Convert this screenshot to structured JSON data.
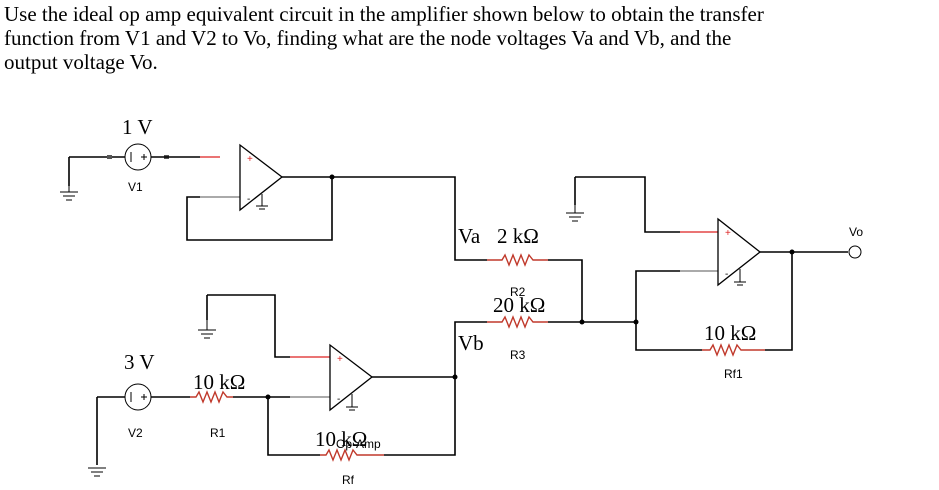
{
  "problem": {
    "lines": [
      "Use the ideal op amp equivalent circuit in the amplifier shown below to obtain the transfer",
      "function from V1 and V2 to Vo, finding what are the node voltages Va and Vb, and the",
      "output voltage Vo."
    ]
  },
  "circuit": {
    "v1_value": "1 V",
    "v1_name": "V1",
    "v2_value": "3 V",
    "v2_name": "V2",
    "r1_value": "10 kΩ",
    "r1_name": "R1",
    "rf_value": "10 kΩ",
    "rf_name": "Rf",
    "opamp_label": "Op-Amp",
    "va_label": "Va",
    "r2_value": "2 kΩ",
    "r2_name": "R2",
    "vb_label": "Vb",
    "r3_value": "20 kΩ",
    "r3_name": "R3",
    "rf1_value": "10 kΩ",
    "rf1_name": "Rf1",
    "vo_label": "Vo"
  }
}
